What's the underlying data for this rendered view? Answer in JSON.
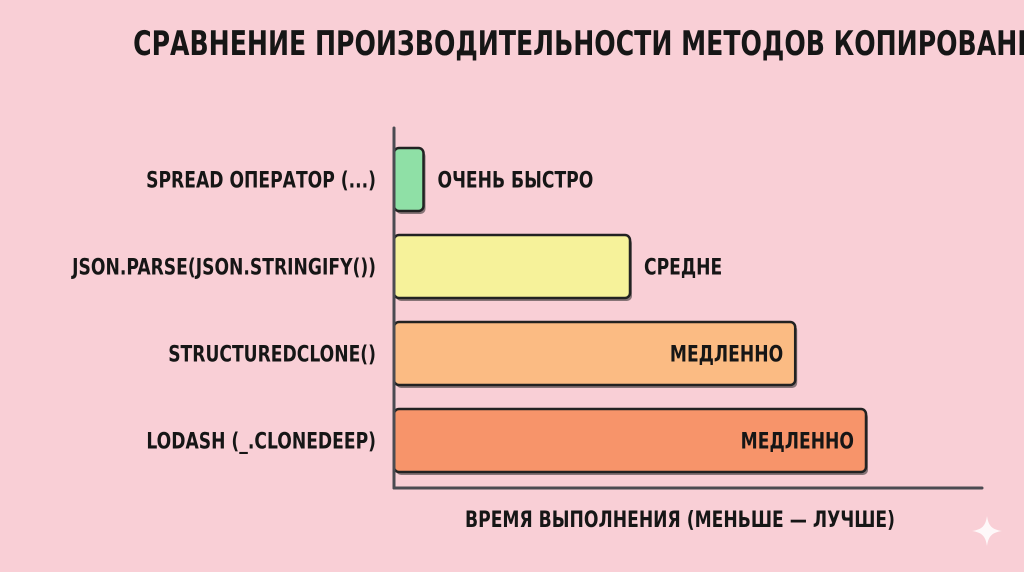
{
  "chart_data": {
    "type": "bar",
    "orientation": "horizontal",
    "title": "СРАВНЕНИЕ ПРОИЗВОДИТЕЛЬНОСТИ МЕТОДОВ КОПИРОВАНИЯ",
    "xlabel": "ВРЕМЯ ВЫПОЛНЕНИЯ (МЕНЬШЕ — ЛУЧШЕ)",
    "ylabel": "",
    "categories": [
      "SPREAD ОПЕРАТОР (...)",
      "JSON.PARSE(JSON.STRINGIFY())",
      "STRUCTUREDCLONE()",
      "LODASH (_.CLONEDEEP)"
    ],
    "values": [
      5,
      40,
      68,
      80
    ],
    "bar_labels": [
      "ОЧЕНЬ БЫСТРО",
      "СРЕДНЕ",
      "МЕДЛЕННО",
      "МЕДЛЕННО"
    ],
    "bar_label_position": [
      "outside",
      "outside",
      "inside",
      "inside"
    ],
    "colors": [
      "#8fe0a6",
      "#f6f29a",
      "#fbbb83",
      "#f7946a"
    ],
    "xlim": [
      0,
      100
    ],
    "grid": false,
    "legend": "none"
  }
}
